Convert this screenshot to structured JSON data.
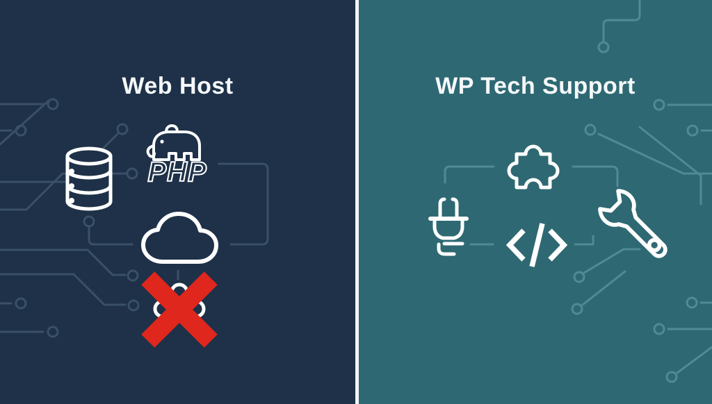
{
  "divider_color": "#f2f5f7",
  "icon_color": "#ffffff",
  "left_panel": {
    "title": "Web Host",
    "background_color": "#1e3148",
    "trace_color": "#3a5069",
    "php_label": "PHP",
    "icons": [
      {
        "name": "database-icon"
      },
      {
        "name": "php-elephant-icon"
      },
      {
        "name": "cloud-icon"
      },
      {
        "name": "puzzle-icon"
      },
      {
        "name": "x-mark-icon",
        "color": "#df271d"
      }
    ]
  },
  "right_panel": {
    "title": "WP Tech Support",
    "background_color": "#2e6973",
    "trace_color": "#4f8b97",
    "icons": [
      {
        "name": "puzzle-icon"
      },
      {
        "name": "plug-icon"
      },
      {
        "name": "code-icon"
      },
      {
        "name": "wrench-icon"
      }
    ]
  }
}
